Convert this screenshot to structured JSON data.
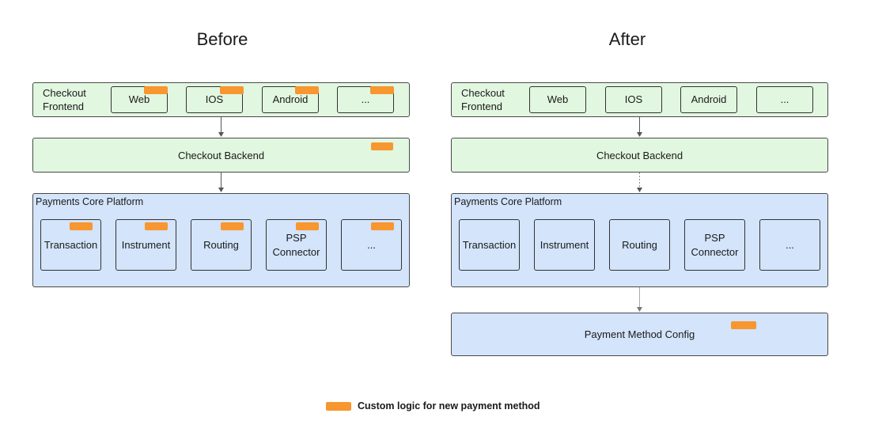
{
  "before": {
    "title": "Before",
    "frontend": {
      "label": "Checkout\nFrontend",
      "clients": [
        "Web",
        "IOS",
        "Android",
        "..."
      ]
    },
    "backend": {
      "label": "Checkout Backend"
    },
    "core": {
      "label": "Payments Core Platform",
      "modules": [
        "Transaction",
        "Instrument",
        "Routing",
        "PSP\nConnector",
        "..."
      ]
    }
  },
  "after": {
    "title": "After",
    "frontend": {
      "label": "Checkout\nFrontend",
      "clients": [
        "Web",
        "IOS",
        "Android",
        "..."
      ]
    },
    "backend": {
      "label": "Checkout Backend"
    },
    "core": {
      "label": "Payments Core Platform",
      "modules": [
        "Transaction",
        "Instrument",
        "Routing",
        "PSP\nConnector",
        "..."
      ]
    },
    "config": {
      "label": "Payment Method Config"
    }
  },
  "legend": {
    "label": "Custom logic for new payment method",
    "color": "#f8962f"
  },
  "colors": {
    "frontend": "#e1f7df",
    "core": "#d3e4fb",
    "tag": "#f8962f",
    "border": "#333333"
  }
}
